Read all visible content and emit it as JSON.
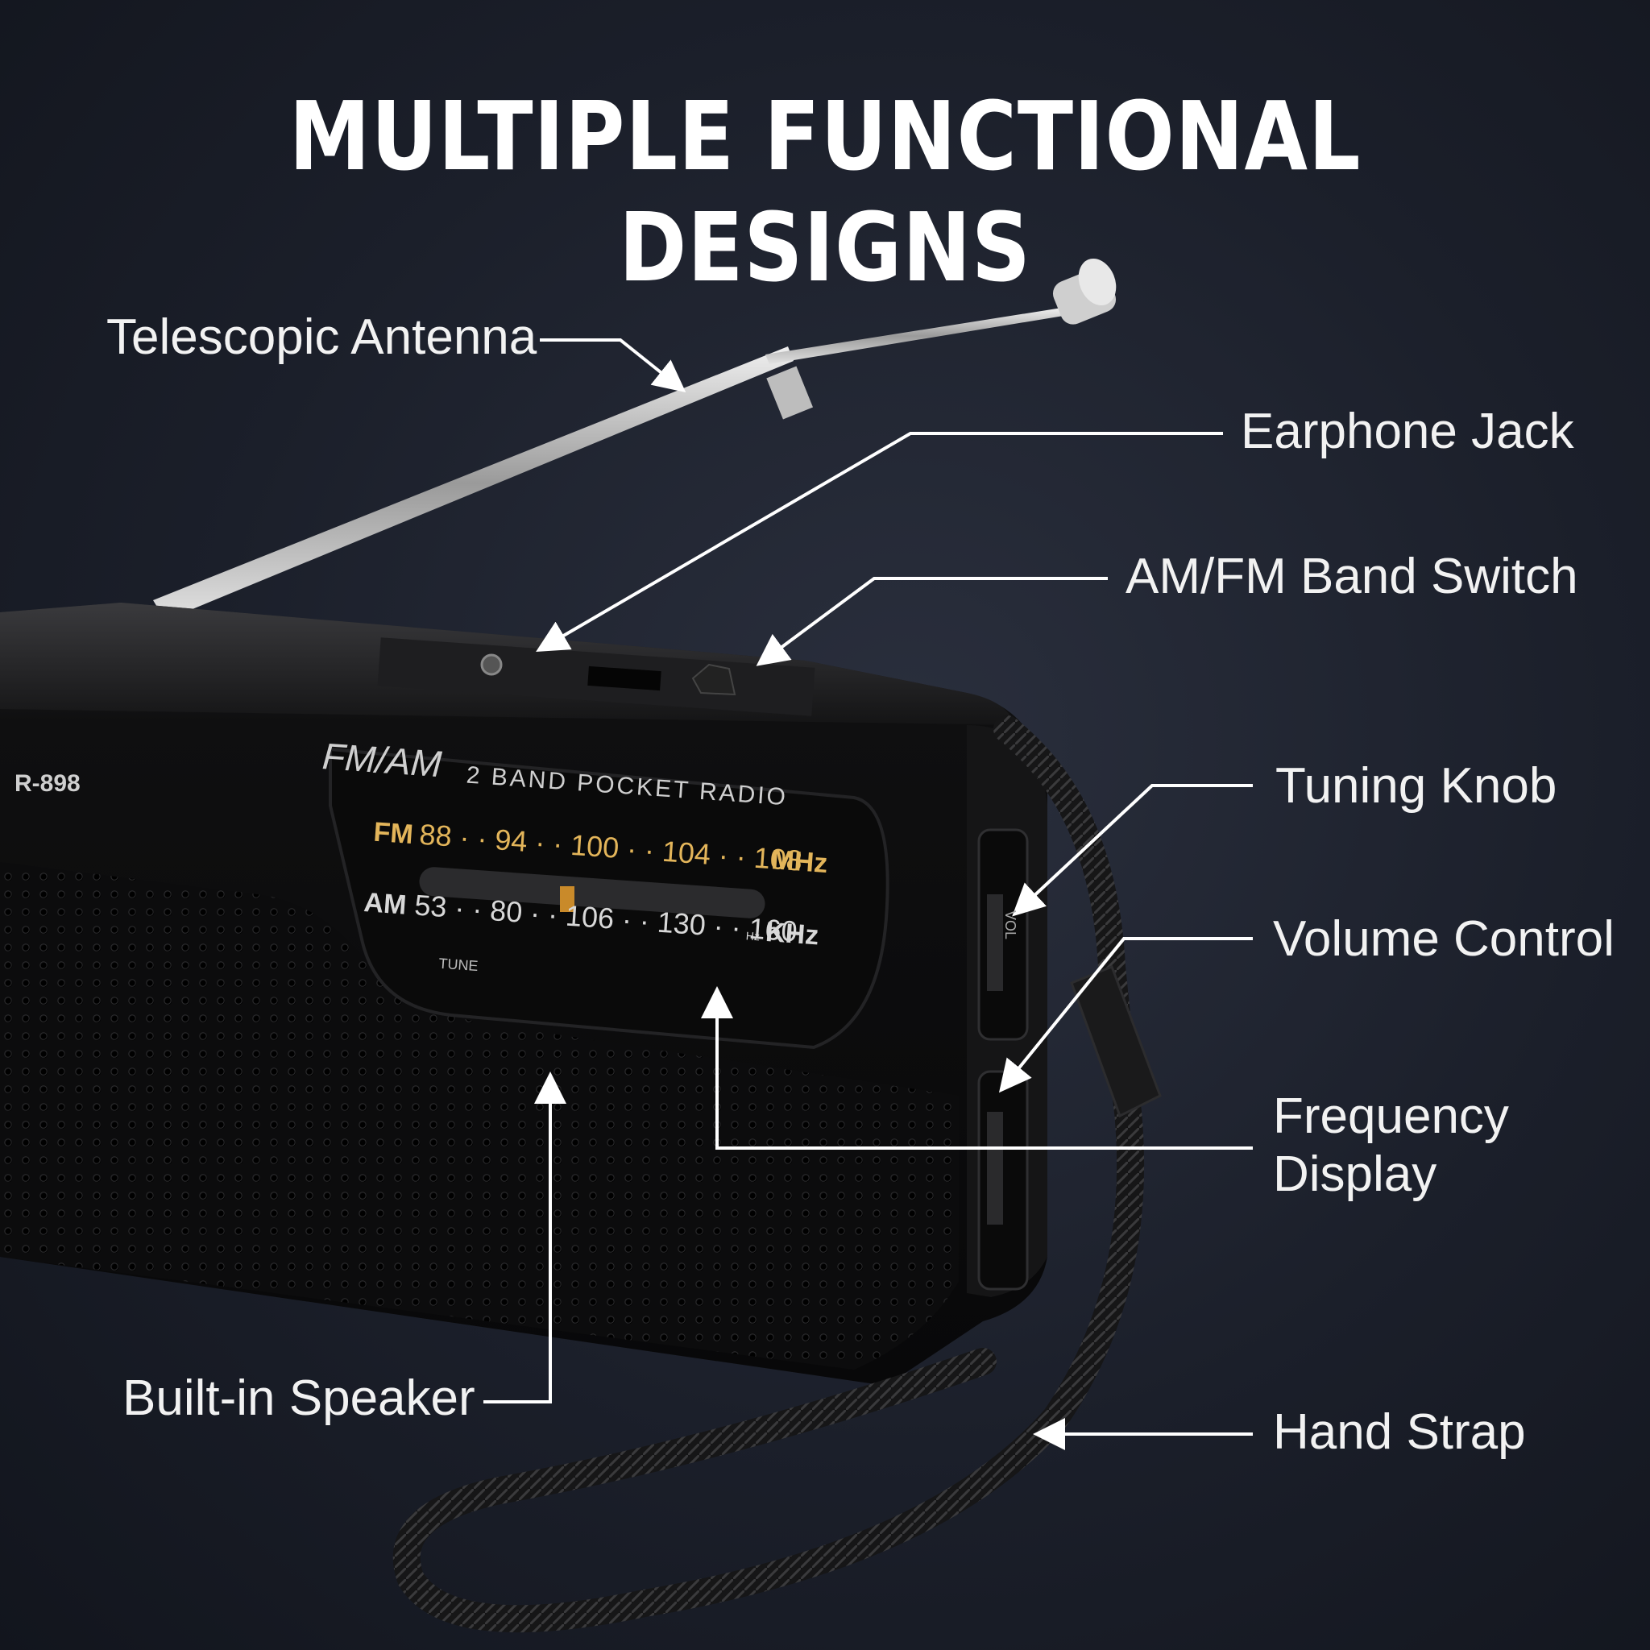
{
  "headline": "MULTIPLE FUNCTIONAL DESIGNS",
  "callouts": {
    "antenna": "Telescopic Antenna",
    "earphone": "Earphone Jack",
    "band_switch": "AM/FM Band Switch",
    "tuning": "Tuning Knob",
    "volume": "Volume Control",
    "frequency_line1": "Frequency",
    "frequency_line2": "Display",
    "speaker": "Built-in Speaker",
    "strap": "Hand Strap"
  },
  "radio": {
    "model": "R-898",
    "brand_script": "FM/AM",
    "brand_rest": "2 BAND POCKET RADIO",
    "fm_label": "FM",
    "fm_scale": "88 · · 94 · · 100 · · 104 · · 108",
    "fm_unit": "MHz",
    "am_label": "AM",
    "am_scale": "53 · · 80 · · 106 · · 130 · · 160",
    "am_unit_small": "Hz",
    "am_unit": "KHz",
    "tune_label": "TUNE",
    "side_label": "VOL"
  },
  "colors": {
    "background": "#1b1f2a",
    "text": "#ffffff",
    "radio_body": "#0d0d0e",
    "fm_scale": "#e3b55a",
    "dial_text": "#d8d8d8",
    "antenna": "#c9c9c9"
  }
}
